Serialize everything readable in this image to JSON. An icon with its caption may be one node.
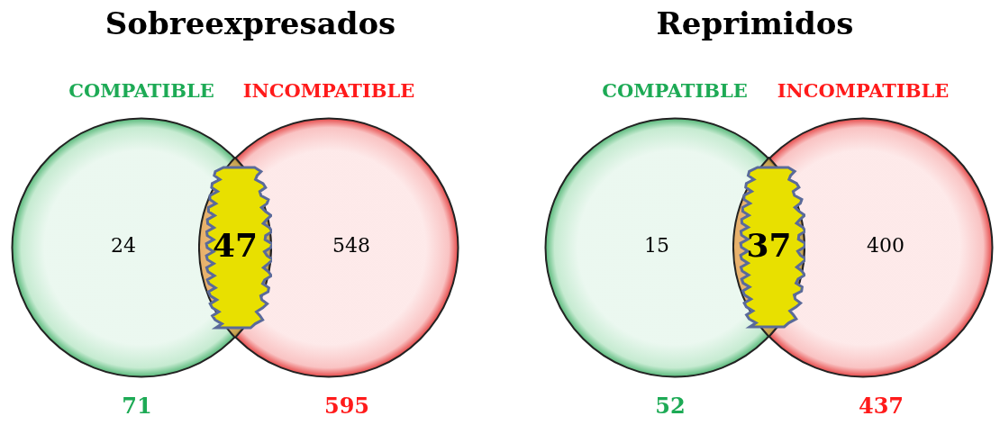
{
  "diagram": {
    "nodes": [
      {
        "text": [
          "COMPATIBLE",
          "24"
        ],
        "beside": [
          "71"
        ]
      },
      {
        "text": [
          "INCOMPATIBLE",
          "548"
        ],
        "beside": [
          "595"
        ]
      },
      {
        "text": [
          "47"
        ]
      },
      {
        "text": [
          "COMPATIBLE",
          "15"
        ],
        "beside": [
          "52"
        ]
      },
      {
        "text": [
          "INCOMPATIBLE",
          "400"
        ],
        "beside": [
          "437"
        ]
      },
      {
        "text": [
          "37"
        ]
      }
    ],
    "labels": [
      "Sobreexpresados",
      "Reprimidos"
    ]
  }
}
